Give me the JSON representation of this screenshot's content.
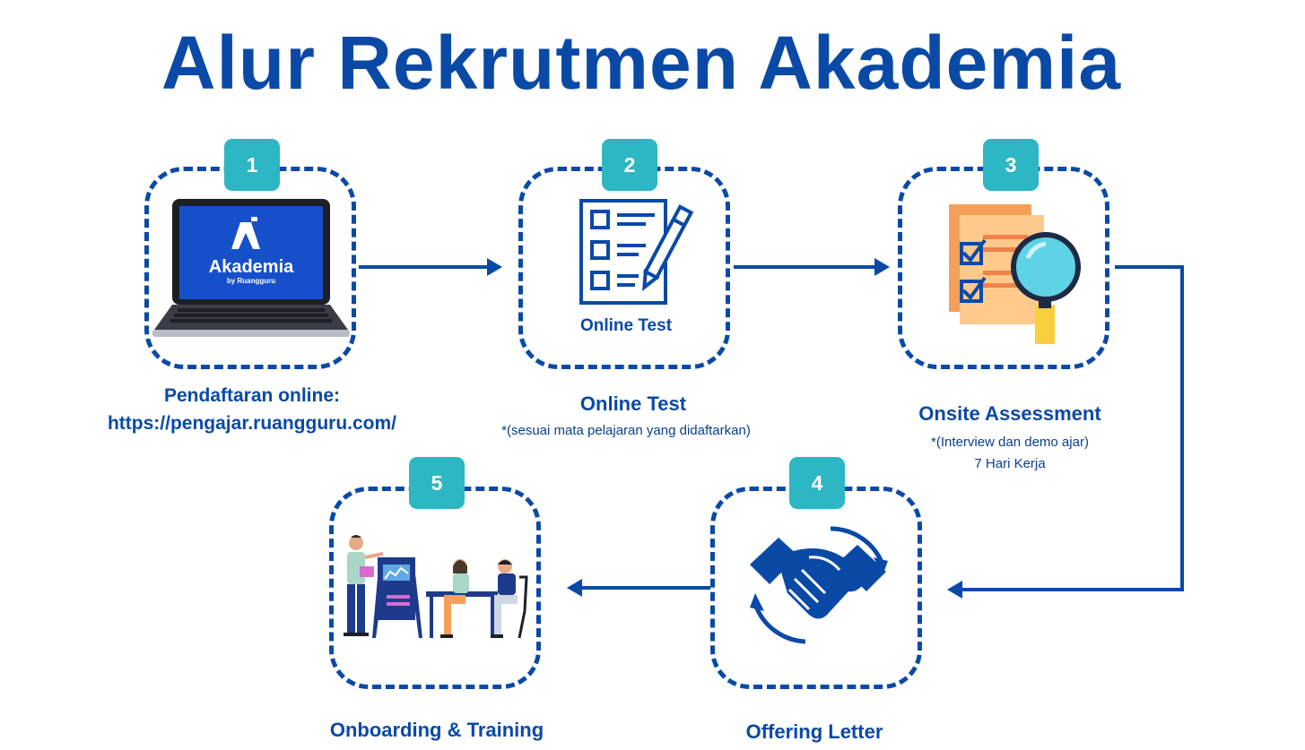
{
  "title": "Alur Rekrutmen Akademia",
  "colors": {
    "primary": "#0a4aa6",
    "badge": "#2db6c3",
    "accent_orange": "#f5a05a",
    "accent_yellow": "#f7d03c"
  },
  "steps": [
    {
      "number": "1",
      "icon": "laptop-icon",
      "screen_title": "Akademia",
      "screen_subtitle": "by Ruangguru",
      "label_line1": "Pendaftaran online:",
      "label_line2": "https://pengajar.ruangguru.com/"
    },
    {
      "number": "2",
      "icon": "checklist-icon",
      "card_caption": "Online Test",
      "label": "Online Test",
      "note": "*(sesuai mata pelajaran yang didaftarkan)"
    },
    {
      "number": "3",
      "icon": "document-magnifier-icon",
      "label": "Onsite Assessment",
      "note_line1": "*(Interview dan demo ajar)",
      "note_line2": "7 Hari Kerja"
    },
    {
      "number": "4",
      "icon": "handshake-icon",
      "label": "Offering Letter"
    },
    {
      "number": "5",
      "icon": "training-meeting-icon",
      "label": "Onboarding & Training"
    }
  ]
}
